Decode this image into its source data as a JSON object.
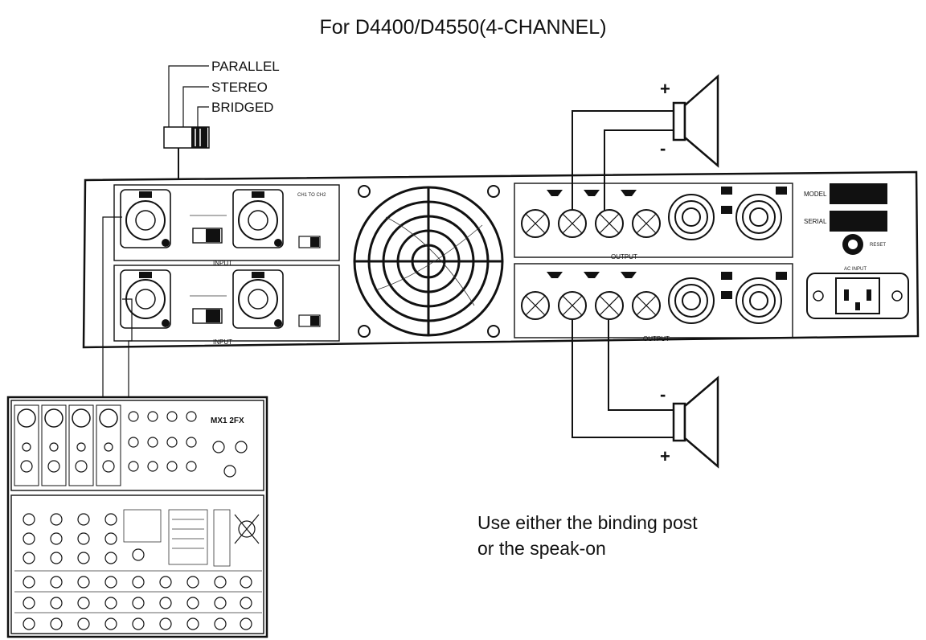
{
  "title": "For D4400/D4550(4-CHANNEL)",
  "mode_switch": {
    "options": [
      "PARALLEL",
      "STEREO",
      "BRIDGED"
    ]
  },
  "speaker_polarity": {
    "positive": "+",
    "negative": "-"
  },
  "amplifier": {
    "input_label": "INPUT",
    "output_label": "OUTPUT",
    "model_label": "MODEL",
    "serial_label": "SERIAL",
    "ac_input_label": "AC INPUT",
    "reset_label": "RESET",
    "limiter_label": "CH1 TO CH2"
  },
  "mixer": {
    "model": "MX1 2FX"
  },
  "note": {
    "line1": "Use either the binding post",
    "line2": "or the speak-on"
  }
}
